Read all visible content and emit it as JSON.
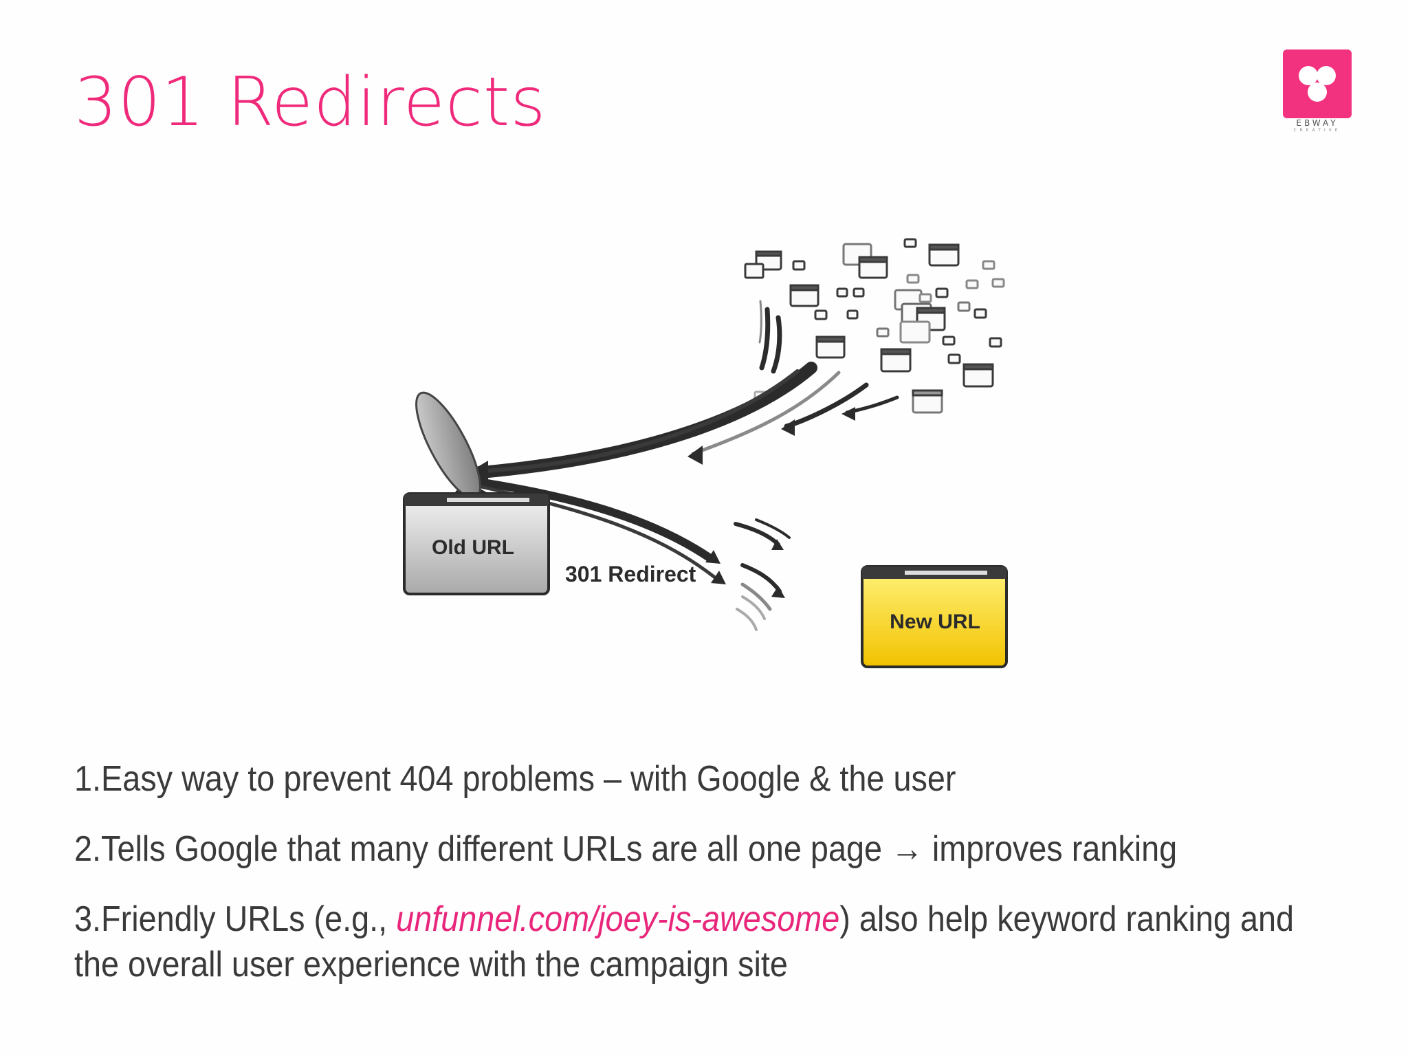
{
  "slide": {
    "title": "301 Redirects",
    "logo": {
      "icon": "three-circles-logo-icon",
      "brand": "EBWAY",
      "tagline": "CREATIVE",
      "color": "#f2317f"
    },
    "diagram": {
      "old_label": "Old URL",
      "redirect_label": "301 Redirect",
      "new_label": "New URL"
    },
    "bullets": [
      {
        "number": "1.",
        "text": "Easy way to prevent 404 problems – with Google & the user"
      },
      {
        "number": "2.",
        "text_before": "Tells Google that many different URLs are all one page ",
        "arrow": "→",
        "text_after": " improves ranking"
      },
      {
        "number": "3.",
        "text_before": "Friendly URLs (e.g., ",
        "link": "unfunnel.com/joey-is-awesome",
        "text_after": ") also help keyword ranking and the overall user experience with the campaign site"
      }
    ],
    "colors": {
      "title": "#ef2a7b",
      "link": "#e8267b",
      "body_text": "#3a3a3a",
      "new_url_box": "#f7d21c"
    }
  }
}
